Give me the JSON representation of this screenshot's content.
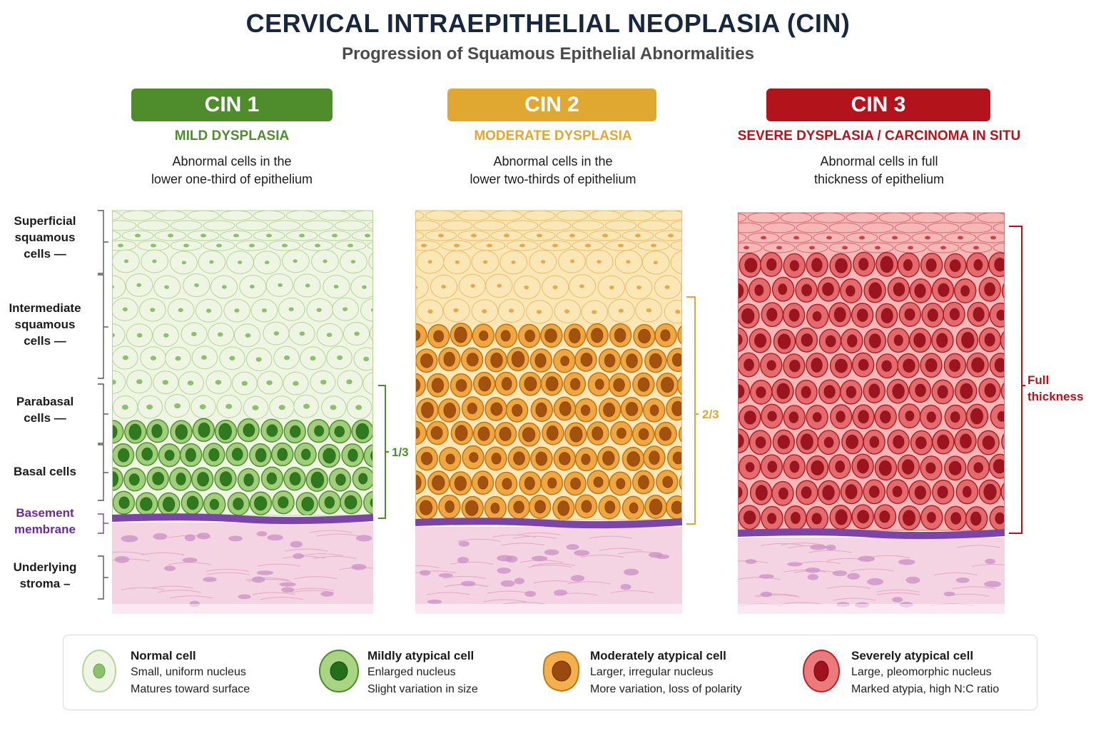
{
  "title": "CERVICAL INTRAEPITHELIAL NEOPLASIA (CIN)",
  "subtitle": "Progression of Squamous Epithelial Abnormalities",
  "panels": [
    {
      "grade": "CIN 1",
      "label": "MILD DYSPLASIA",
      "desc1": "Abnormal cells in the",
      "desc2": "lower one-third of epithelium",
      "bracket_label": "1/3",
      "abnormal_fraction": 0.33,
      "color": "#4f8c2c",
      "cell_fill": "#eef5e2",
      "cell_stroke": "#b8d29a",
      "nucleus": "#8cc06a",
      "abn_fill": "#9fcf78",
      "abn_stroke": "#4d8a2a",
      "abn_nucleus": "#2e7a1e"
    },
    {
      "grade": "CIN 2",
      "label": "MODERATE DYSPLASIA",
      "desc1": "Abnormal cells in the",
      "desc2": "lower two-thirds of epithelium",
      "bracket_label": "2/3",
      "abnormal_fraction": 0.67,
      "color": "#e0a830",
      "cell_fill": "#fbe6b6",
      "cell_stroke": "#e8bd6a",
      "nucleus": "#e7a94a",
      "abn_fill": "#f1a640",
      "abn_stroke": "#b87010",
      "abn_nucleus": "#a2520e"
    },
    {
      "grade": "CIN 3",
      "label": "SEVERE DYSPLASIA / CARCINOMA IN SITU",
      "desc1": "Abnormal cells in full",
      "desc2": "thickness of epithelium",
      "bracket_label1": "Full",
      "bracket_label2": "thickness",
      "abnormal_fraction": 1.0,
      "color": "#b3131b",
      "cell_fill": "#f6b7b7",
      "cell_stroke": "#d8656a",
      "nucleus": "#c9424a",
      "abn_fill": "#e66a6d",
      "abn_stroke": "#a81a22",
      "abn_nucleus": "#9c1420"
    }
  ],
  "layers": {
    "superficial": [
      "Superficial",
      "squamous",
      "cells —"
    ],
    "intermediate": [
      "Intermediate",
      "squamous",
      "cells —"
    ],
    "parabasal": [
      "Parabasal",
      "cells —"
    ],
    "basal": [
      "Basal cells"
    ],
    "basement": [
      "Basement",
      "membrane"
    ],
    "stroma": [
      "Underlying",
      "stroma –"
    ]
  },
  "colors": {
    "membrane": "#7b44a8",
    "stroma": "#f4d3e2",
    "stroma_cell": "#c890c4",
    "layer_purple": "#6b2a9c"
  },
  "legend": [
    {
      "title": "Normal cell",
      "line1": "Small, uniform nucleus",
      "line2": "Matures toward surface",
      "fill": "#eef5e2",
      "stroke": "#b8d29a",
      "nucleus": "#8cc06a"
    },
    {
      "title": "Mildly atypical cell",
      "line1": "Enlarged nucleus",
      "line2": "Slight variation in size",
      "fill": "#a9d484",
      "stroke": "#4d8a2a",
      "nucleus": "#236e18"
    },
    {
      "title": "Moderately atypical cell",
      "line1": "Larger, irregular nucleus",
      "line2": "More variation, loss of polarity",
      "fill": "#f3b04c",
      "stroke": "#c07a14",
      "nucleus": "#9a4a0c"
    },
    {
      "title": "Severely atypical cell",
      "line1": "Large, pleomorphic nucleus",
      "line2": "Marked atypia, high N:C ratio",
      "fill": "#eb7a7c",
      "stroke": "#b82228",
      "nucleus": "#a0121e"
    }
  ]
}
